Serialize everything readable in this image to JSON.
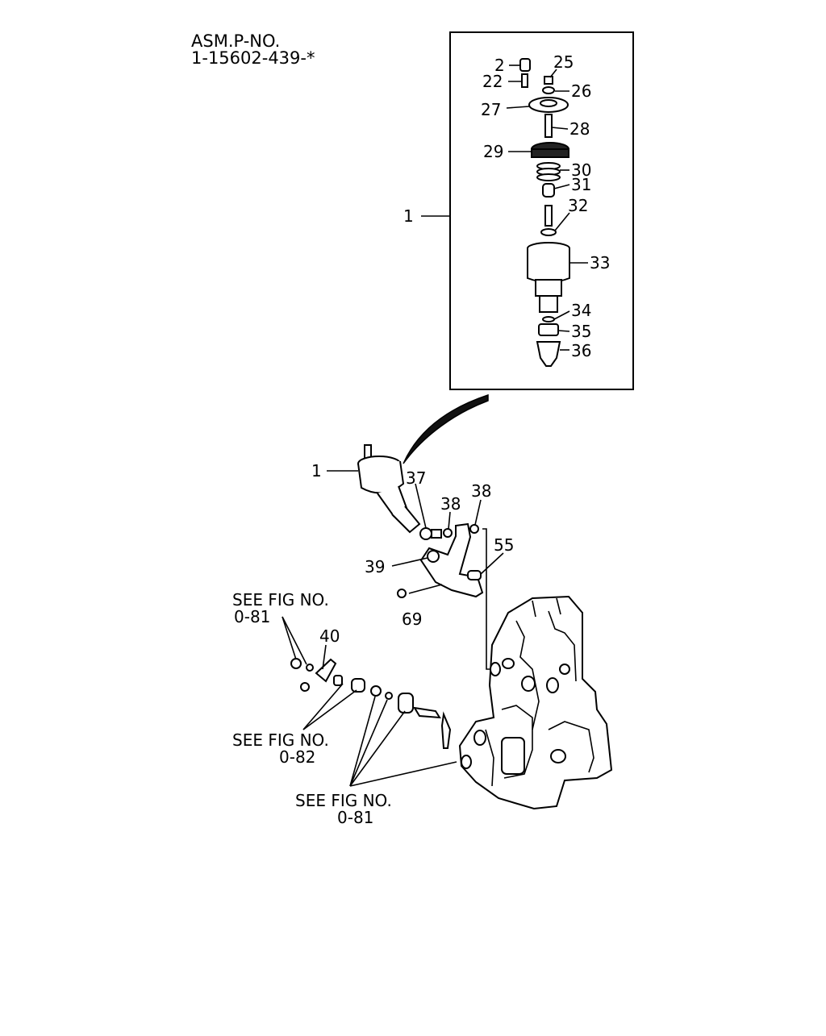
{
  "header": {
    "line1": "ASM.P-NO.",
    "line2": "1-15602-439-*"
  },
  "labels": {
    "n1_box": "1",
    "n2": "2",
    "n22": "22",
    "n25": "25",
    "n26": "26",
    "n27": "27",
    "n28": "28",
    "n29": "29",
    "n30": "30",
    "n31": "31",
    "n32": "32",
    "n33": "33",
    "n34": "34",
    "n35": "35",
    "n36": "36",
    "n1_main": "1",
    "n37": "37",
    "n38a": "38",
    "n38b": "38",
    "n39": "39",
    "n55": "55",
    "n69": "69",
    "n40": "40"
  },
  "references": {
    "ref1_line1": "SEE FIG NO.",
    "ref1_line2": "0-81",
    "ref2_line1": "SEE FIG NO.",
    "ref2_line2": "0-82",
    "ref3_line1": "SEE FIG NO.",
    "ref3_line2": "0-81"
  }
}
